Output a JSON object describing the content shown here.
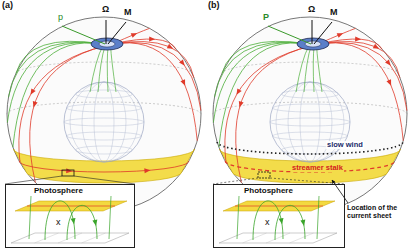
{
  "diagram": {
    "nodes": [
      {
        "text": [
          "Photosphere",
          "x"
        ]
      },
      {
        "text": [
          "Photosphere",
          "x"
        ]
      }
    ],
    "labels": [
      "(a)",
      "p",
      "Ω",
      "M",
      "(b)",
      "P",
      "Ω",
      "M",
      "slow wind",
      "streamer stalk",
      "Location of the current sheet"
    ]
  }
}
